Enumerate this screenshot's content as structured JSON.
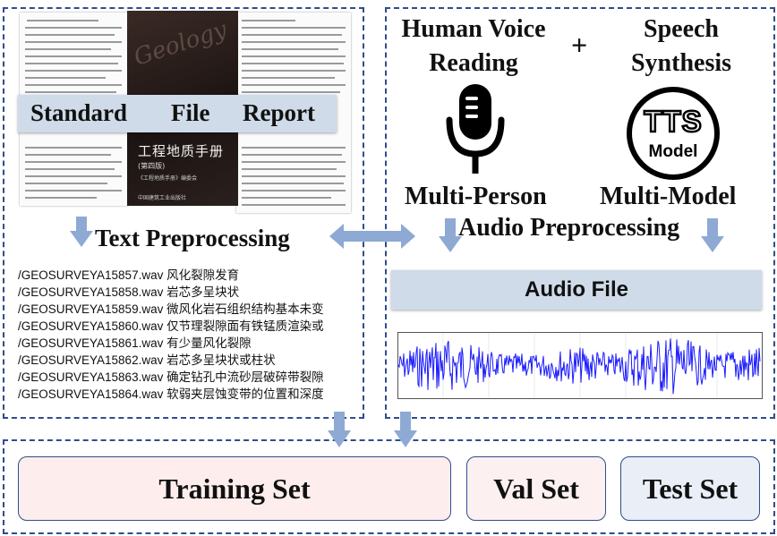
{
  "document_panel": {
    "banner_words": [
      "Standard",
      "File",
      "Report"
    ],
    "book_title": "工程地质手册",
    "book_edition": "(第四版)",
    "book_subtitle": "《工程地质手册》编委会",
    "book_publisher": "中国建筑工业出版社",
    "book_cover_script": "Geology"
  },
  "text_preprocessing": {
    "label": "Text Preprocessing",
    "entries": [
      {
        "file": "/GEOSURVEYA15857.wav",
        "text": "风化裂隙发育"
      },
      {
        "file": "/GEOSURVEYA15858.wav",
        "text": "岩芯多呈块状"
      },
      {
        "file": "/GEOSURVEYA15859.wav",
        "text": "微风化岩石组织结构基本未变"
      },
      {
        "file": "/GEOSURVEYA15860.wav",
        "text": "仅节理裂隙面有铁锰质渲染或"
      },
      {
        "file": "/GEOSURVEYA15861.wav",
        "text": "有少量风化裂隙"
      },
      {
        "file": "/GEOSURVEYA15862.wav",
        "text": "岩芯多呈块状或柱状"
      },
      {
        "file": "/GEOSURVEYA15863.wav",
        "text": "确定钻孔中流砂层破碎带裂隙"
      },
      {
        "file": "/GEOSURVEYA15864.wav",
        "text": "软弱夹层蚀变带的位置和深度"
      }
    ]
  },
  "audio_panel": {
    "voice_title_line1": "Human Voice",
    "voice_title_line2": "Reading",
    "plus": "+",
    "synth_title_line1": "Speech",
    "synth_title_line2": "Synthesis",
    "tts_main": "TTS",
    "tts_sub": "Model",
    "multi_person": "Multi-Person",
    "multi_model": "Multi-Model",
    "audio_preprocessing": "Audio Preprocessing",
    "audio_file": "Audio File"
  },
  "sets": {
    "training": "Training Set",
    "val": "Val Set",
    "test": "Test Set"
  },
  "colors": {
    "dash_border": "#2f4d8c",
    "arrow": "#8ea9d4",
    "banner": "#cfdbe9",
    "waveform": "#1a1aff",
    "training_bg": "#fdeeed",
    "val_bg": "#fdf0f0",
    "test_bg": "#e9eef7"
  }
}
